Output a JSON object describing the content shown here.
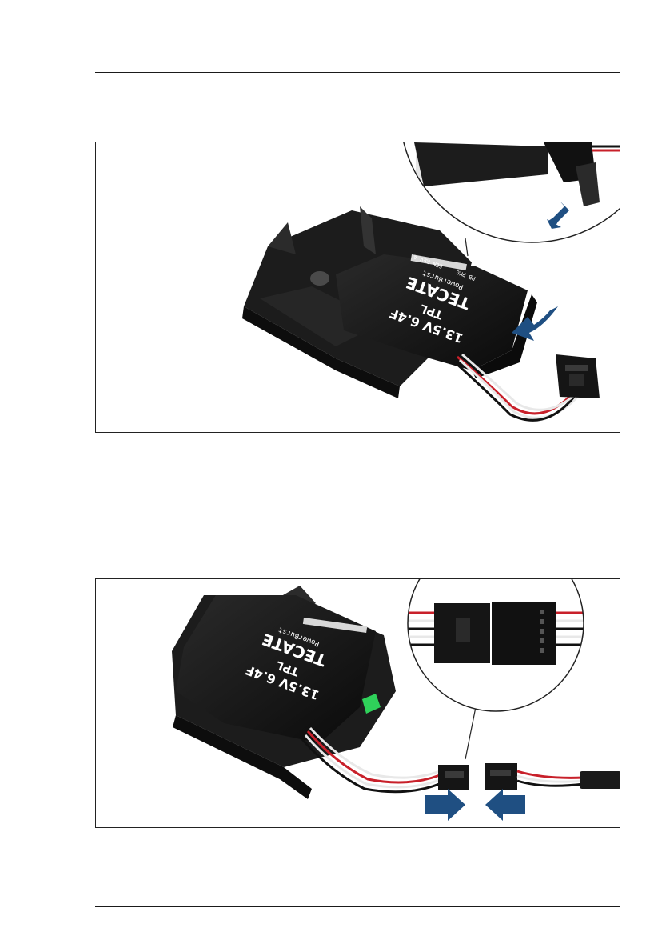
{
  "colors": {
    "arrow": "#1f4f82",
    "plastic": "#1c1c1c",
    "battery": "#151515",
    "latch": "#2fd15a",
    "wire_red": "#c8202a",
    "wire_white": "#e8e8e8",
    "wire_black": "#111111"
  },
  "figure1": {
    "battery_label": {
      "voltage": "13.5V 6.4F",
      "type": "TPL",
      "brand": "TECATE",
      "sub_brand": "PowerBurst",
      "part_line1": "PB PKG",
      "part_line2": "ECN REV A"
    }
  },
  "figure2": {
    "battery_label": {
      "voltage": "13.5V 6.4F",
      "type": "TPL",
      "brand": "TECATE",
      "sub_brand": "PowerBurst"
    }
  },
  "icons": {
    "figure1_arrow": "curved-arrow-icon",
    "figure1_detail_arrow": "down-left-arrow-icon",
    "figure2_left_arrow": "right-arrow-icon",
    "figure2_right_arrow": "left-arrow-icon"
  }
}
